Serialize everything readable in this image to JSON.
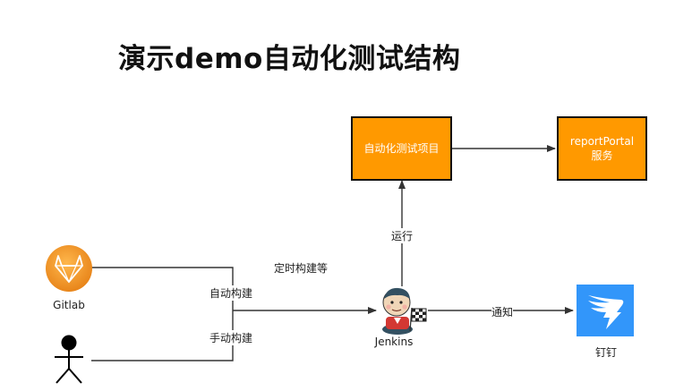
{
  "title": "演示demo自动化测试结构",
  "nodes": {
    "project": "自动化测试项目",
    "report_line1": "reportPortal",
    "report_line2": "服务",
    "gitlab": "Gitlab",
    "jenkins": "Jenkins",
    "dingtalk": "钉钉"
  },
  "edges": {
    "auto_build": "自动构建",
    "manual_build": "手动构建",
    "scheduled_build": "定时构建等",
    "run": "运行",
    "notify": "通知"
  },
  "colors": {
    "box_fill": "#ff9900",
    "gitlab_orange": "#f29a2e",
    "dingtalk_blue": "#3296fa"
  },
  "icons": [
    "gitlab-icon",
    "user-stick-figure-icon",
    "jenkins-icon",
    "dingtalk-icon"
  ]
}
